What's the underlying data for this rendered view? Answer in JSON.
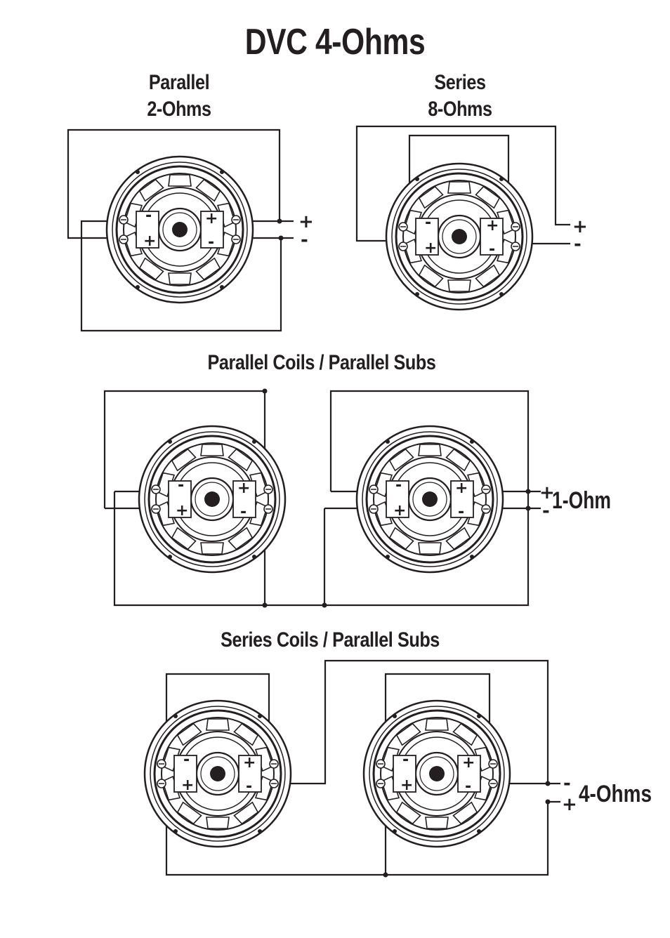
{
  "title": "DVC 4-Ohms",
  "sections": {
    "parallel": {
      "line1": "Parallel",
      "line2": "2-Ohms"
    },
    "series": {
      "line1": "Series",
      "line2": "8-Ohms"
    },
    "parallel_coils_parallel_subs": {
      "title": "Parallel Coils / Parallel Subs",
      "impedance": "1-Ohm"
    },
    "series_coils_parallel_subs": {
      "title": "Series Coils / Parallel Subs",
      "impedance": "4-Ohms"
    }
  },
  "signs": {
    "plus": "+",
    "minus": "-"
  },
  "colors": {
    "ink": "#231f20",
    "background": "#ffffff"
  },
  "icons": {
    "speaker": "subwoofer-dvc-icon"
  }
}
